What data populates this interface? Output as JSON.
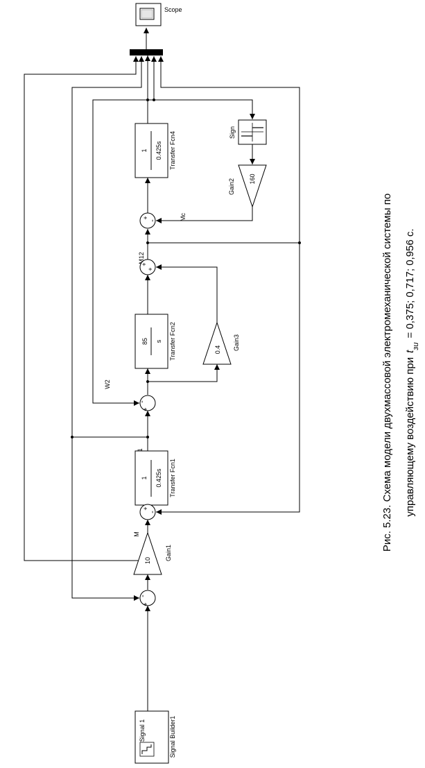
{
  "blocks": {
    "scope": "Scope",
    "sign": "Sign",
    "gain2": {
      "name": "Gain2",
      "value": "160"
    },
    "tf4": {
      "name": "Transfer Fcn4",
      "num": "1",
      "den": "0.425s"
    },
    "tf2": {
      "name": "Transfer Fcn2",
      "num": "85",
      "den": "s"
    },
    "gain3": {
      "name": "Gain3",
      "value": "0.4"
    },
    "tf1": {
      "name": "Transfer Fcn1",
      "num": "1",
      "den": "0.425s"
    },
    "gain1": {
      "name": "Gain1",
      "value": "10"
    },
    "signal_builder": {
      "name": "Signal Builder1",
      "inner": "Signal 1"
    }
  },
  "signals": {
    "mc": "Mc",
    "m12": "M12",
    "w2": "W2",
    "w1": "W1",
    "m": "M"
  },
  "signs": {
    "minus": "-",
    "plus": "+"
  },
  "caption": {
    "line1": "Рис. 5.23. Схема модели двухмассовой электромеханической системы по",
    "line2_pre": "управляющему воздействию  при",
    "t": "t",
    "sub": "зи",
    "line2_post": "= 0,375; 0,717; 0,956 с."
  }
}
